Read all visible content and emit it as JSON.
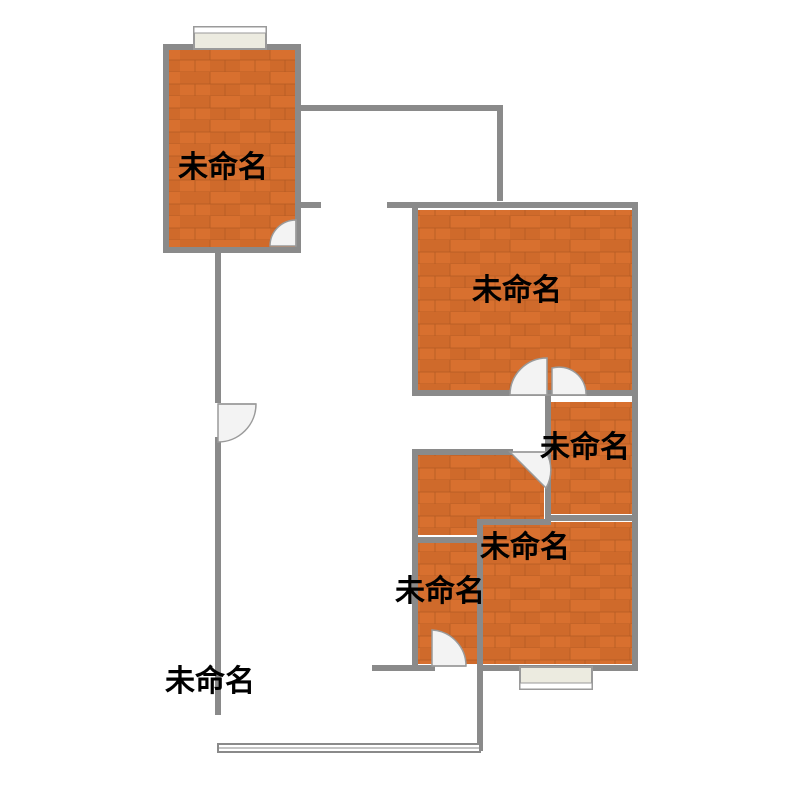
{
  "rooms": [
    {
      "id": "room-top-left",
      "label": "未命名"
    },
    {
      "id": "room-right-large",
      "label": "未命名"
    },
    {
      "id": "room-right-small",
      "label": "未命名"
    },
    {
      "id": "room-bottom-right",
      "label": "未命名"
    },
    {
      "id": "room-bottom-small",
      "label": "未命名"
    },
    {
      "id": "room-corridor",
      "label": "未命名"
    }
  ],
  "colors": {
    "wall": "#8a8a8a",
    "floor": "#d9702f",
    "floor_dark": "#c45f24",
    "door_fill": "#f3f3f3",
    "window": "#ecebe0"
  }
}
